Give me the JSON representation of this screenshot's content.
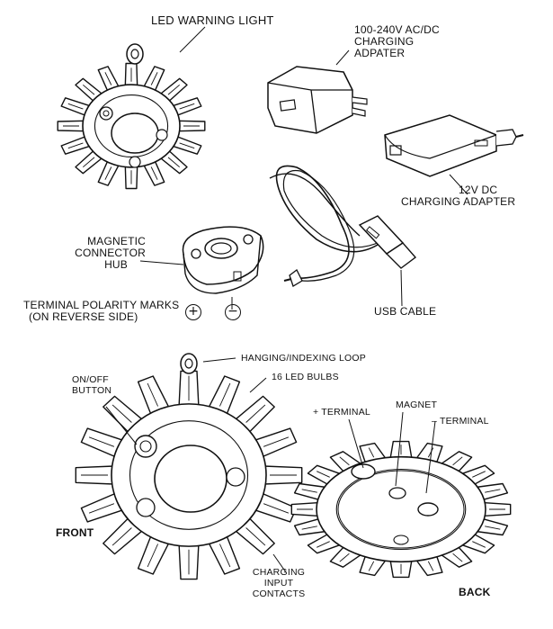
{
  "labels": {
    "led_warning_light": "LED WARNING LIGHT",
    "ac_dc_adapter": [
      "100-240V AC/DC",
      "CHARGING",
      "ADPATER"
    ],
    "dc_adapter": [
      "12V DC",
      "CHARGING ADAPTER"
    ],
    "magnetic_hub": [
      "MAGNETIC",
      "CONNECTOR",
      "HUB"
    ],
    "terminal_polarity": [
      "TERMINAL POLARITY MARKS",
      "(ON REVERSE SIDE)"
    ],
    "usb_cable": "USB CABLE",
    "hanging_loop": "HANGING/INDEXING LOOP",
    "led_bulbs": "16 LED BULBS",
    "on_off_button": [
      "ON/OFF",
      "BUTTON"
    ],
    "plus_terminal": "+ TERMINAL",
    "magnet": "MAGNET",
    "minus_terminal": "– TERMINAL",
    "front": "FRONT",
    "back": "BACK",
    "charging_contacts": [
      "CHARGING",
      "INPUT",
      "CONTACTS"
    ]
  },
  "polarity_symbols": {
    "plus": "+",
    "minus": "−"
  },
  "style": {
    "ink": "#111111",
    "background": "#ffffff"
  }
}
